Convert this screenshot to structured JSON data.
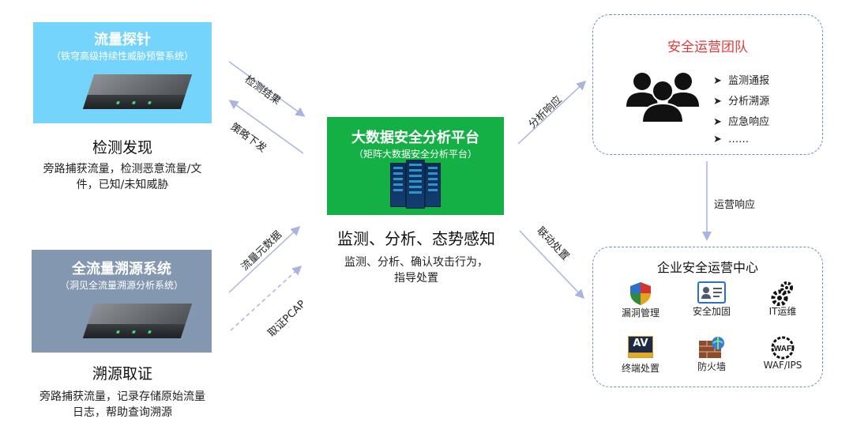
{
  "probe": {
    "title": "流量探针",
    "subtitle": "（铁穹高级持续性威胁预警系统）",
    "section_title": "检测发现",
    "desc_line1": "旁路捕获流量，检测恶意流量/文",
    "desc_line2": "件，已知/未知威胁"
  },
  "trace": {
    "title": "全流量溯源系统",
    "subtitle": "（洞见全流量溯源分析系统）",
    "section_title": "溯源取证",
    "desc_line1": "旁路捕获流量，记录存储原始流量",
    "desc_line2": "日志，帮助查询溯源"
  },
  "platform": {
    "title": "大数据安全分析平台",
    "subtitle": "（矩阵大数据安全分析平台）",
    "section_title": "监测、分析、态势感知",
    "desc_line1": "监测、分析、确认攻击行为，",
    "desc_line2": "指导处置"
  },
  "arrows": {
    "detect_result": "检测结果",
    "policy_push": "策略下发",
    "flow_metadata": "流量元数据",
    "get_pcap": "取证PCAP",
    "analysis_response": "分析响应",
    "linkage_handling": "联动处置",
    "ops_response": "运营响应"
  },
  "team": {
    "title": "安全运营团队",
    "items": [
      "监测通报",
      "分析溯源",
      "应急响应",
      "……"
    ],
    "bullet": "➤"
  },
  "soc": {
    "title": "企业安全运营中心",
    "modules": [
      {
        "label": "漏洞管理",
        "icon": "shield-icon"
      },
      {
        "label": "安全加固",
        "icon": "id-card-icon"
      },
      {
        "label": "IT运维",
        "icon": "gears-icon"
      },
      {
        "label": "终端处置",
        "icon": "av-icon"
      },
      {
        "label": "防火墙",
        "icon": "firewall-icon"
      },
      {
        "label": "WAF/IPS",
        "icon": "waf-icon"
      }
    ],
    "av_text": "AV",
    "waf_text": "WAF"
  },
  "colors": {
    "probe_bg": "#75D4FB",
    "trace_bg": "#8397B0",
    "platform_bg": "#15B045",
    "arrow": "#A9B4E0",
    "team_title": "#E23B3B",
    "dashed_border": "#6E8FC3"
  }
}
